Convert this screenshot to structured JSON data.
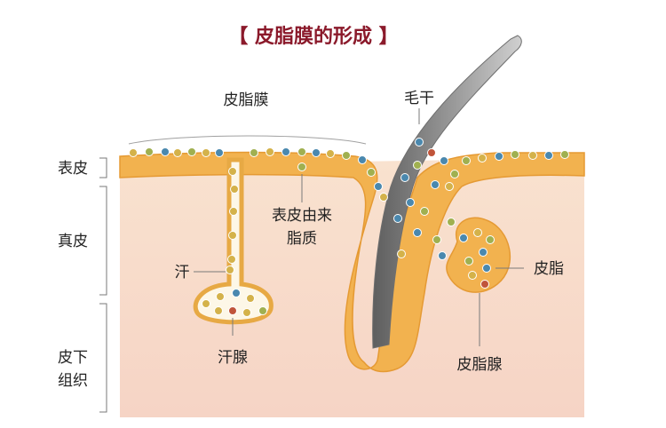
{
  "title": "【 皮脂膜的形成 】",
  "labels": {
    "sebum_film": "皮脂膜",
    "hair_shaft": "毛干",
    "epidermis": "表皮",
    "dermis": "真皮",
    "subcutis_line1": "皮下",
    "subcutis_line2": "组织",
    "epidermal_lipid_line1": "表皮由来",
    "epidermal_lipid_line2": "脂质",
    "sweat": "汗",
    "sebum": "皮脂",
    "sweat_gland": "汗腺",
    "sebaceous_gland": "皮脂腺"
  },
  "colors": {
    "title": "#8b1a2b",
    "skin_background": "#f7dcc6",
    "epidermis_layer": "#f2b24f",
    "hair_shaft": "#8b8b8b",
    "sweat_dot": "#d4b24a",
    "sebum_dot": "#4a88ae",
    "lipid_dot": "#a0b050",
    "red_dot": "#c0543a"
  }
}
